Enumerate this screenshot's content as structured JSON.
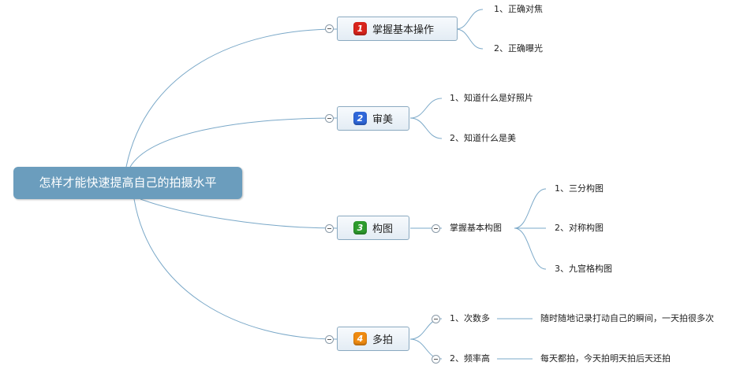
{
  "root": {
    "label": "怎样才能快速提高自己的拍摄水平"
  },
  "colors": {
    "root_bg": "#6b9dbd",
    "line": "#7aa8c8",
    "badge_1": "#d8241c",
    "badge_2": "#2f67d9",
    "badge_3": "#2d9b2d",
    "badge_4": "#ee8a10"
  },
  "branches": [
    {
      "number": "1",
      "label": "掌握基本操作",
      "children": [
        "1、正确对焦",
        "2、正确曝光"
      ]
    },
    {
      "number": "2",
      "label": "审美",
      "children": [
        "1、知道什么是好照片",
        "2、知道什么是美"
      ]
    },
    {
      "number": "3",
      "label": "构图",
      "sub": {
        "label": "掌握基本构图",
        "children": [
          "1、三分构图",
          "2、对称构图",
          "3、九宫格构图"
        ]
      }
    },
    {
      "number": "4",
      "label": "多拍",
      "children": [
        {
          "label": "1、次数多",
          "detail": "随时随地记录打动自己的瞬间，一天拍很多次"
        },
        {
          "label": "2、频率高",
          "detail": "每天都拍，今天拍明天拍后天还拍"
        }
      ]
    }
  ]
}
